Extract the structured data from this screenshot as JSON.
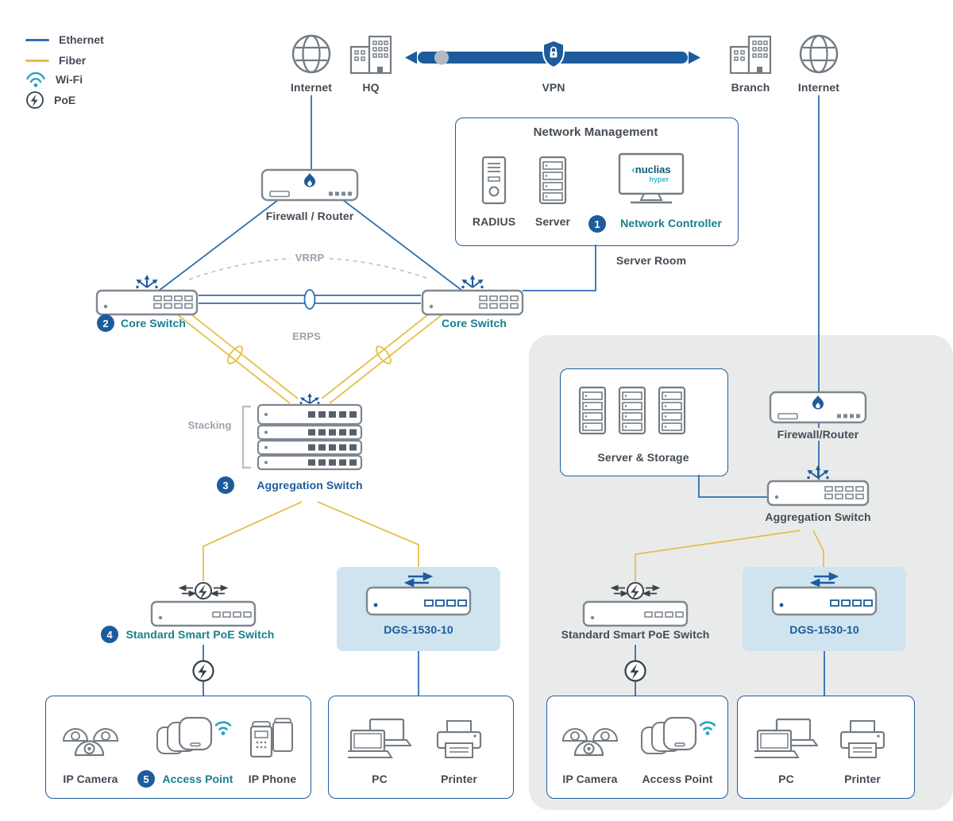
{
  "legend": {
    "items": [
      {
        "label": "Ethernet",
        "type": "ethernet-line",
        "color": "#2f6eb0"
      },
      {
        "label": "Fiber",
        "type": "fiber-line",
        "color": "#e3c04b"
      },
      {
        "label": "Wi-Fi",
        "type": "wifi-icon",
        "color": "#2aa3c4"
      },
      {
        "label": "PoE",
        "type": "poe-icon",
        "color": "#343e48"
      }
    ]
  },
  "top": {
    "internet_left": "Internet",
    "hq": "HQ",
    "vpn": "VPN",
    "branch": "Branch",
    "internet_right": "Internet"
  },
  "management": {
    "title": "Network Management",
    "radius_label": "RADIUS",
    "server_label": "Server",
    "controller_badge": "1",
    "controller_label": "Network Controller",
    "room_label": "Server Room",
    "logo": {
      "mark": "‹",
      "brand": "nuclias",
      "sub": "hyper"
    }
  },
  "hq": {
    "firewall_label": "Firewall / Router",
    "vrrp_label": "VRRP",
    "erps_label": "ERPS",
    "core_left_badge": "2",
    "core_left_label": "Core Switch",
    "core_right_label": "Core Switch",
    "stacking_label": "Stacking",
    "aggregation_badge": "3",
    "aggregation_label": "Aggregation Switch",
    "poe_badge": "4",
    "poe_label": "Standard Smart PoE Switch",
    "dgs_label": "DGS-1530-10",
    "ip_camera_label": "IP Camera",
    "access_point_badge": "5",
    "access_point_label": "Access Point",
    "ip_phone_label": "IP Phone",
    "pc_label": "PC",
    "printer_label": "Printer"
  },
  "branch": {
    "firewall_label": "Firewall/Router",
    "server_storage_label": "Server & Storage",
    "aggregation_label": "Aggregation Switch",
    "poe_label": "Standard Smart PoE Switch",
    "dgs_label": "DGS-1530-10",
    "ip_camera_label": "IP Camera",
    "access_point_label": "Access Point",
    "pc_label": "PC",
    "printer_label": "Printer"
  },
  "colors": {
    "ethernet": "#2f6eb0",
    "fiber": "#e3c04b",
    "accent_blue": "#1d5b9d",
    "teal_text": "#15808f",
    "panel": "#e9ebeb",
    "highlight": "#cfe4ee"
  }
}
